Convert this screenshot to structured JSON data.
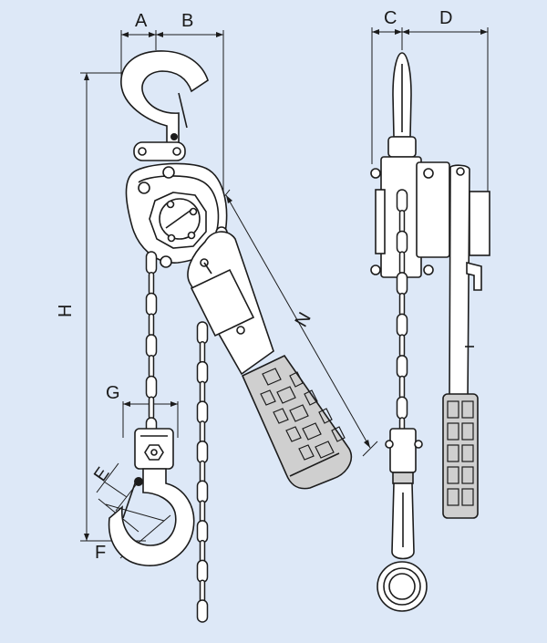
{
  "dimension_labels": {
    "A": "A",
    "B": "B",
    "C": "C",
    "D": "D",
    "H": "H",
    "N": "N",
    "G": "G",
    "E": "E",
    "F": "F"
  },
  "colors": {
    "background": "#dde8f7",
    "line": "#1c1c1c",
    "fill": "#ffffff",
    "grip_shade": "#cfcfcf"
  }
}
